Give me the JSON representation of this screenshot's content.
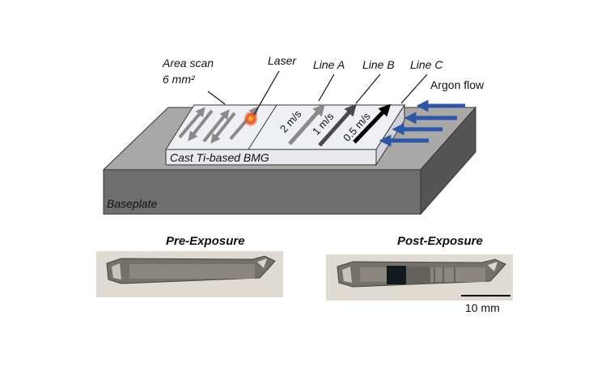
{
  "diagram": {
    "labels": {
      "area_scan_line1": "Area scan",
      "area_scan_line2": "6 mm²",
      "laser": "Laser",
      "line_a": "Line A",
      "line_b": "Line B",
      "line_c": "Line C",
      "argon_flow": "Argon flow",
      "speed_a": "2 m/s",
      "speed_b": "1 m/s",
      "speed_c": "0.5 m/s",
      "sample": "Cast Ti-based BMG",
      "baseplate": "Baseplate"
    },
    "colors": {
      "baseplate_top": "#a8a8a8",
      "baseplate_front": "#6e6e6e",
      "baseplate_side": "#555555",
      "sample_top": "#eef0f4",
      "sample_front": "#e7e9ee",
      "argon_arrow": "#2f56a5",
      "laser_spot": "#e8502a",
      "line_a_arrow": "#8a8a8a",
      "line_b_arrow": "#4a4a4a",
      "line_c_arrow": "#000000"
    }
  },
  "photos": {
    "pre_title": "Pre-Exposure",
    "post_title": "Post-Exposure",
    "scale_bar_label": "10 mm"
  }
}
